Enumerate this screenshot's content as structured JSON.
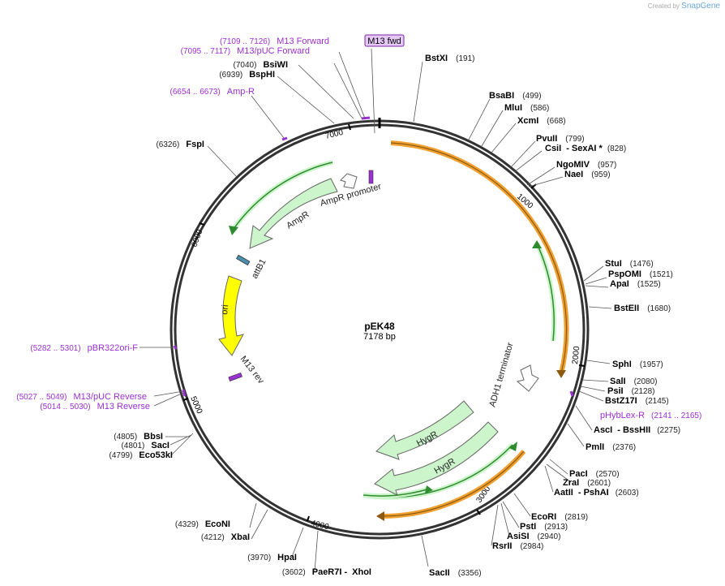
{
  "credit": {
    "created_by": "Created by",
    "brand": "SnapGene"
  },
  "plasmid": {
    "name": "pEK48",
    "size": "7178 bp"
  },
  "top_primer_box": "M13 fwd",
  "enzymes_right": [
    {
      "name": "BstXI",
      "pos": "(191)"
    },
    {
      "name": "BsaBI",
      "pos": "(499)"
    },
    {
      "name": "MluI",
      "pos": "(586)"
    },
    {
      "name": "XcmI",
      "pos": "(668)"
    },
    {
      "name": "PvuII",
      "pos": "(799)"
    },
    {
      "name": "CsiI",
      "extra": "- SexAI *",
      "pos": "(828)"
    },
    {
      "name": "NgoMIV",
      "pos": "(957)"
    },
    {
      "name": "NaeI",
      "pos": "(959)"
    },
    {
      "name": "StuI",
      "pos": "(1476)"
    },
    {
      "name": "PspOMI",
      "pos": "(1521)"
    },
    {
      "name": "ApaI",
      "pos": "(1525)"
    },
    {
      "name": "BstEII",
      "pos": "(1680)"
    },
    {
      "name": "SphI",
      "pos": "(1957)"
    },
    {
      "name": "SalI",
      "pos": "(2080)"
    },
    {
      "name": "PsiI",
      "pos": "(2128)"
    },
    {
      "name": "BstZ17I",
      "pos": "(2145)"
    },
    {
      "name": "AscI",
      "extra": "- BssHII",
      "pos": "(2275)"
    },
    {
      "name": "PmlI",
      "pos": "(2376)"
    },
    {
      "name": "PacI",
      "pos": "(2570)"
    },
    {
      "name": "ZraI",
      "pos": "(2601)"
    },
    {
      "name": "AatII",
      "extra": "- PshAI",
      "pos": "(2603)"
    },
    {
      "name": "EcoRI",
      "pos": "(2819)"
    },
    {
      "name": "PstI",
      "pos": "(2913)"
    },
    {
      "name": "AsiSI",
      "pos": "(2940)"
    },
    {
      "name": "RsrII",
      "pos": "(2984)"
    },
    {
      "name": "SacII",
      "pos": "(3356)"
    }
  ],
  "enzymes_left": [
    {
      "name": "XhoI",
      "pre": "PaeR7I -",
      "pos": "(3602)"
    },
    {
      "name": "HpaI",
      "pos": "(3970)"
    },
    {
      "name": "XbaI",
      "pos": "(4212)"
    },
    {
      "name": "EcoNI",
      "pos": "(4329)"
    },
    {
      "name": "Eco53kI",
      "pos": "(4799)"
    },
    {
      "name": "SacI",
      "pos": "(4801)"
    },
    {
      "name": "BbsI",
      "pos": "(4805)"
    },
    {
      "name": "FspI",
      "pos": "(6326)"
    },
    {
      "name": "BspHI",
      "pos": "(6939)"
    },
    {
      "name": "BsiWI",
      "pos": "(7040)"
    }
  ],
  "primers": [
    {
      "name": "M13 Forward",
      "pos": "(7109 .. 7126)"
    },
    {
      "name": "M13/pUC Forward",
      "pos": "(7095 .. 7117)"
    },
    {
      "name": "Amp-R",
      "pos": "(6654 .. 6673)"
    },
    {
      "name": "pBR322ori-F",
      "pos": "(5282 .. 5301)"
    },
    {
      "name": "M13/pUC Reverse",
      "pos": "(5027 .. 5049)"
    },
    {
      "name": "M13 Reverse",
      "pos": "(5014 .. 5030)"
    },
    {
      "name": "pHybLex-R",
      "pos": "(2141 .. 2165)"
    }
  ],
  "ticks": [
    "1000",
    "2000",
    "3000",
    "4000",
    "5000",
    "6000",
    "7000"
  ],
  "features": {
    "ampr": "AmpR",
    "ampr_promoter": "AmpR promoter",
    "attb1": "attB1",
    "ori": "ori",
    "m13rev": "M13 rev",
    "adh1": "ADH1 terminator",
    "hygr1": "HygR",
    "hygr2": "HygR"
  },
  "colors": {
    "feature_green": "#ccf5cc",
    "ori": "#ffff00",
    "primer": "#9b30d0",
    "orange": "#f0a030",
    "dark_green": "#2e8b2e"
  }
}
